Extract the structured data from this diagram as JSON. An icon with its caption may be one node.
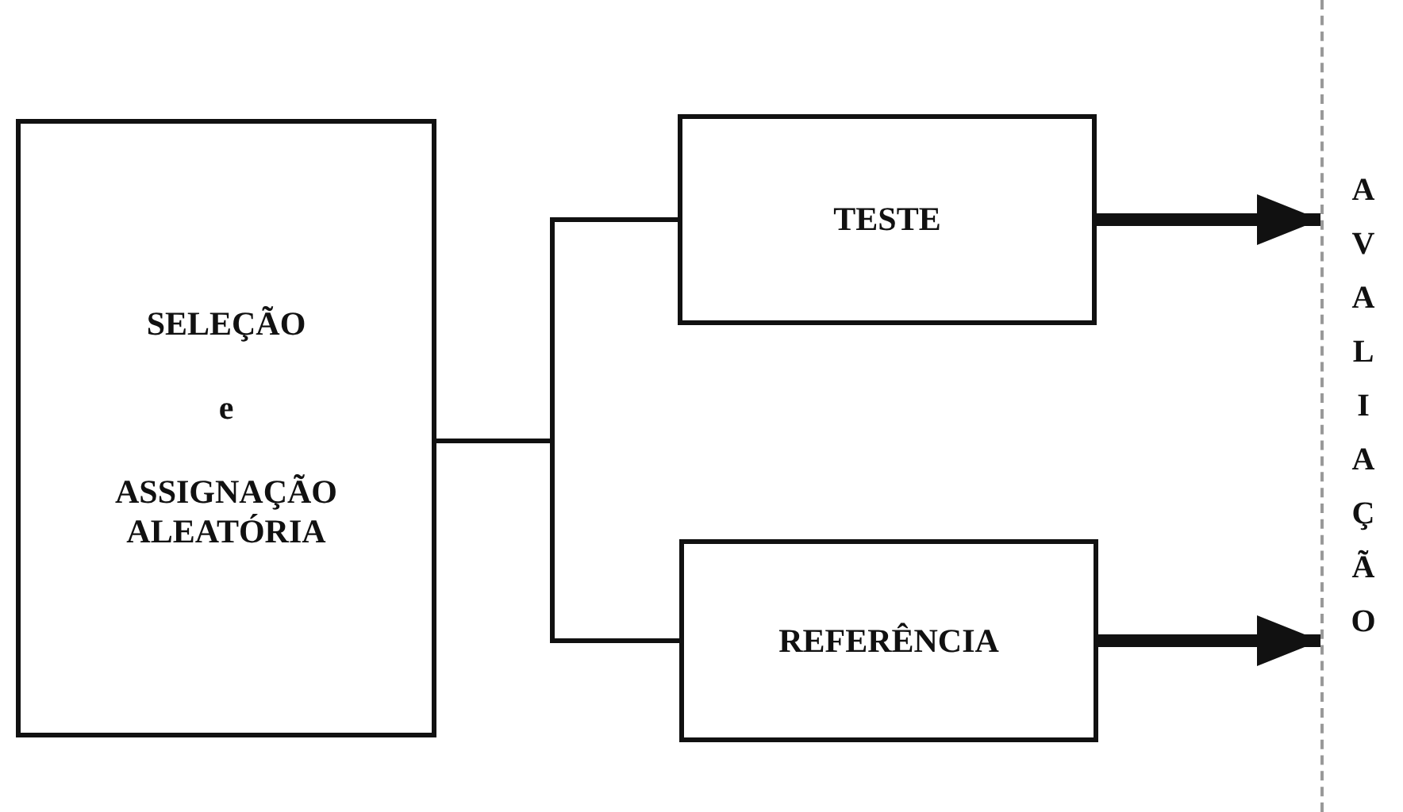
{
  "diagram": {
    "nodes": [
      {
        "text": [
          "SELEÇÃO",
          "e",
          "ASSIGNAÇÃO ALEATÓRIA"
        ]
      },
      {
        "text": [
          "TESTE"
        ]
      },
      {
        "text": [
          "REFERÊNCIA"
        ]
      },
      {
        "text": [
          "AVALIAÇÃO"
        ]
      }
    ],
    "edges": [
      {
        "from": 0,
        "to": 1,
        "arrow": "none"
      },
      {
        "from": 0,
        "to": 2,
        "arrow": "none"
      },
      {
        "from": 1,
        "to": 3,
        "arrow": "to",
        "style": "thick"
      },
      {
        "from": 2,
        "to": 3,
        "arrow": "to",
        "style": "thick"
      }
    ]
  }
}
